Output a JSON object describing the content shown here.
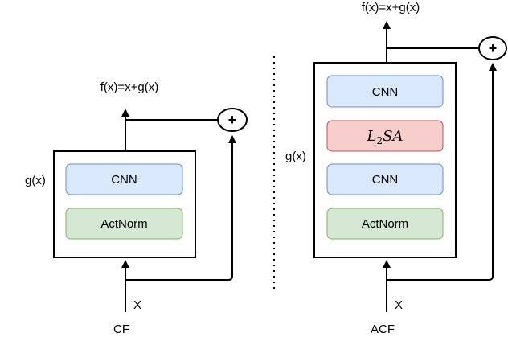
{
  "left": {
    "output_label": "f(x)=x+g(x)",
    "g_label": "g(x)",
    "blocks": [
      "CNN",
      "ActNorm"
    ],
    "input_label": "X",
    "caption": "CF",
    "plus_symbol": "+"
  },
  "right": {
    "output_label": "f(x)=x+g(x)",
    "g_label": "g(x)",
    "blocks": [
      "CNN",
      "L2SA",
      "CNN",
      "ActNorm"
    ],
    "l2sa_main": "L",
    "l2sa_sub": "2",
    "l2sa_rest": "SA",
    "input_label": "X",
    "caption": "ACF",
    "plus_symbol": "+"
  },
  "colors": {
    "cnn_fill": "#dae8fc",
    "cnn_stroke": "#6c8ebf",
    "actnorm_fill": "#d5e8d4",
    "actnorm_stroke": "#82b366",
    "l2sa_fill": "#f8cecc",
    "l2sa_stroke": "#b85450"
  }
}
